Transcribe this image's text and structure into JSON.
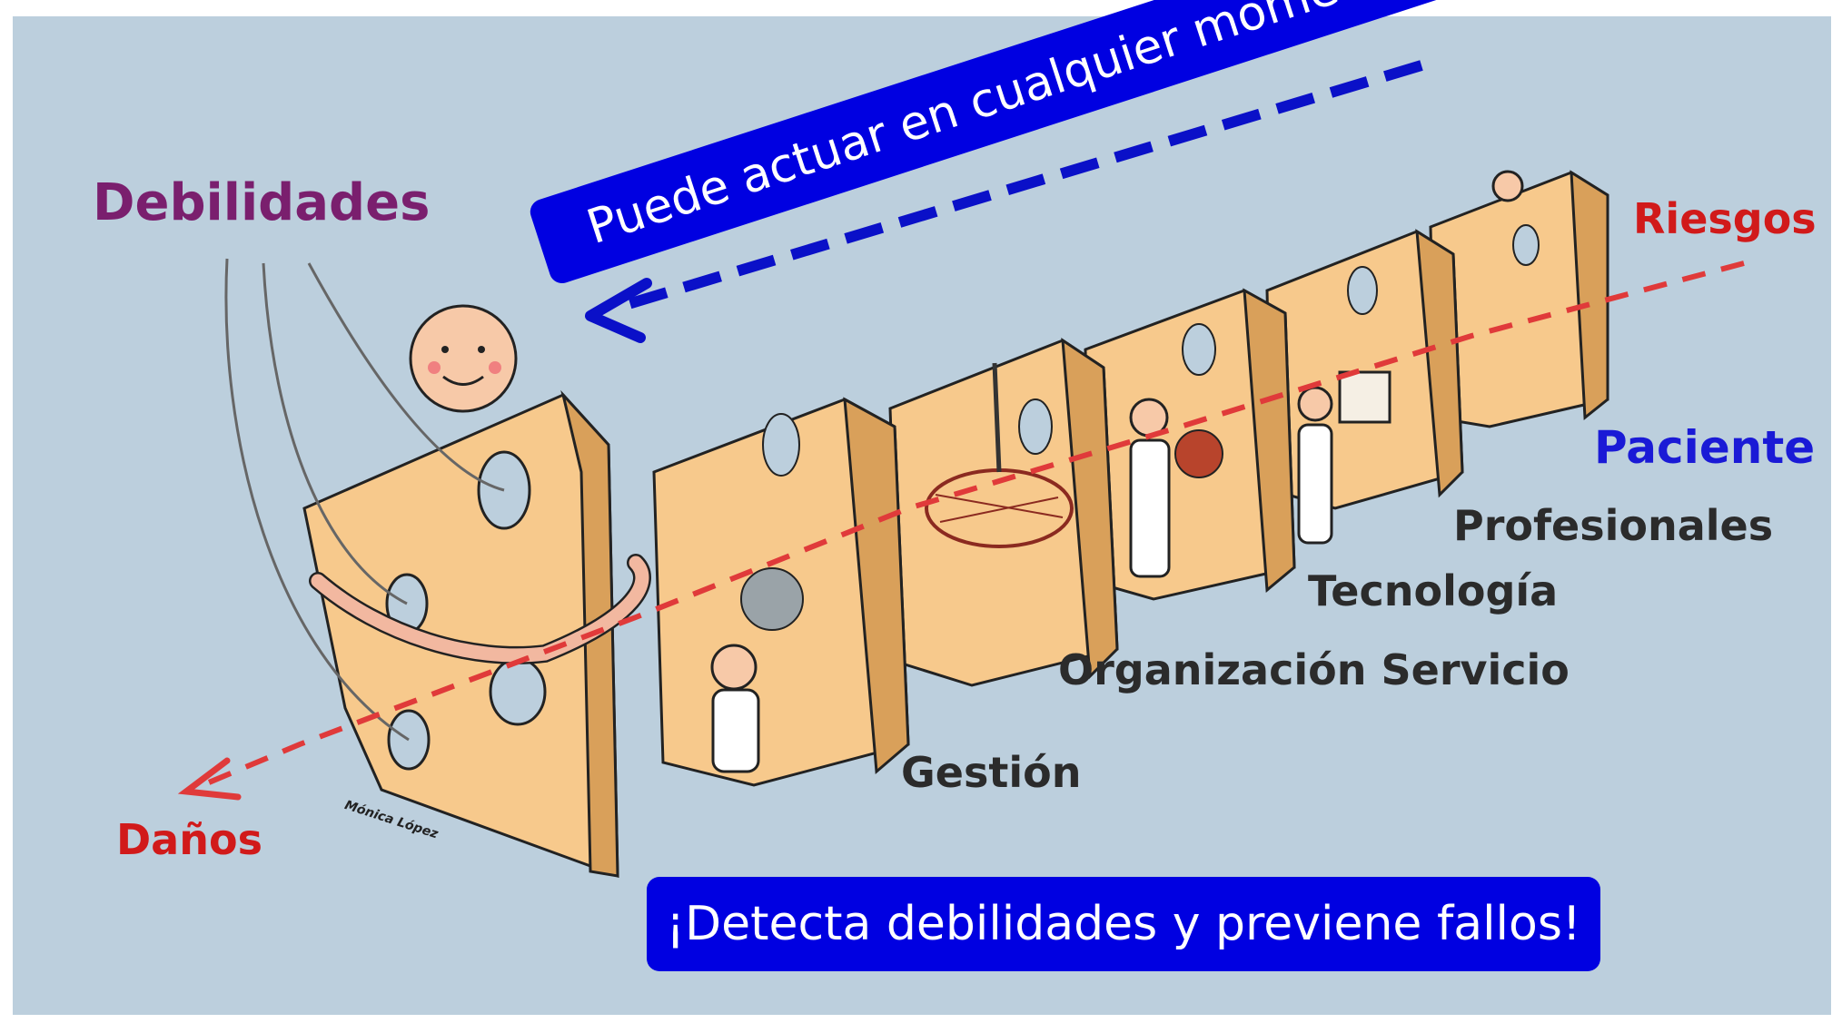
{
  "labels": {
    "debilidades": "Debilidades",
    "riesgos": "Riesgos",
    "paciente": "Paciente",
    "profesionales": "Profesionales",
    "tecnologia": "Tecnología",
    "organizacion": "Organización Servicio",
    "gestion": "Gestión",
    "danos": "Daños",
    "firma": "Mónica López"
  },
  "banners": {
    "top": "Puede actuar en cualquier momento del proceso",
    "bottom": "¡Detecta debilidades y previene fallos!"
  },
  "colors": {
    "background": "#bccfdd",
    "cheese": "#f7c98c",
    "cheese_side": "#d9a05a",
    "banner": "#0000e1",
    "debilidades": "#7a1f6e",
    "riesgos": "#d11a1a",
    "paciente": "#1a1ad6",
    "text_dark": "#2b2b2b",
    "arrow_blue": "#0a10c8",
    "arrow_red": "#e03a3a"
  }
}
